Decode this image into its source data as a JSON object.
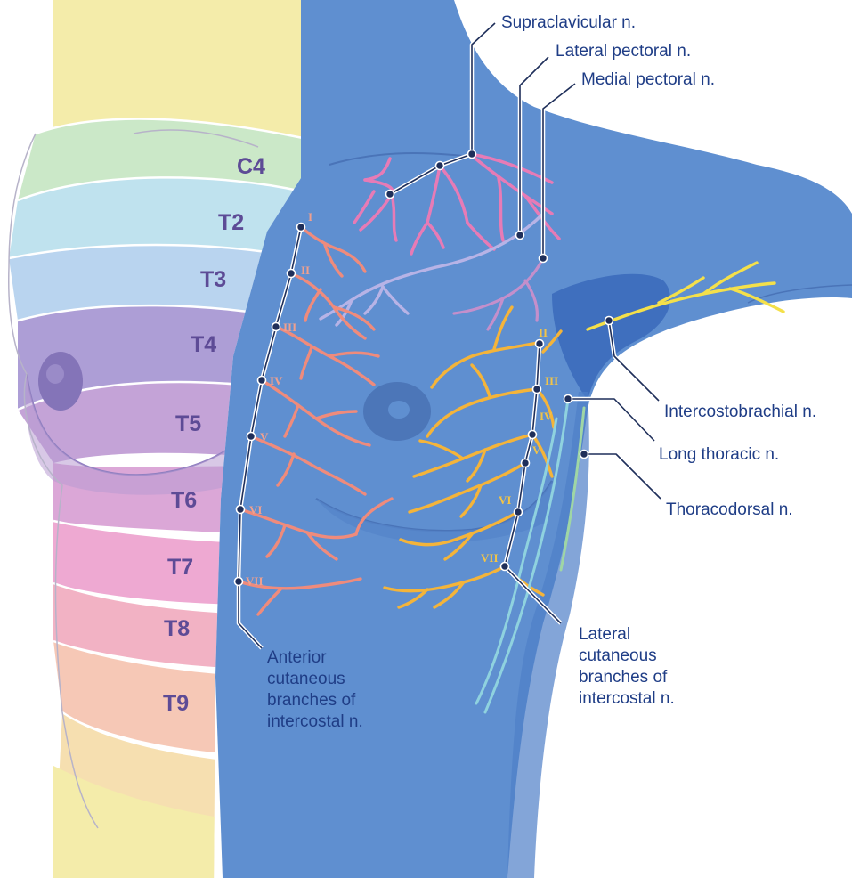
{
  "dermatomes": [
    "C4",
    "T2",
    "T3",
    "T4",
    "T5",
    "T6",
    "T7",
    "T8",
    "T9"
  ],
  "anterior_roman": [
    "I",
    "II",
    "III",
    "IV",
    "V",
    "VI",
    "VII"
  ],
  "lateral_roman": [
    "II",
    "III",
    "IV",
    "V",
    "VI",
    "VII"
  ],
  "labels": {
    "supraclavicular": "Supraclavicular n.",
    "lateral_pectoral": "Lateral pectoral n.",
    "medial_pectoral": "Medial pectoral n.",
    "intercostobrachial": "Intercostobrachial n.",
    "long_thoracic": "Long thoracic n.",
    "thoracodorsal": "Thoracodorsal n.",
    "anterior_cutaneous": [
      "Anterior",
      "cutaneous",
      "branches of",
      "intercostal n."
    ],
    "lateral_cutaneous": [
      "Lateral",
      "cutaneous",
      "branches of",
      "intercostal n."
    ]
  },
  "colors": {
    "body_blue": "#5f8fd0",
    "armpit_blue": "#3f6fbe",
    "label_text": "#1f3d86",
    "dermatome_text": "#5d4b96",
    "supraclavicular_nerve": "#e77bb6",
    "anterior_branches": "#ef8b7c",
    "lateral_branches": "#f4b43a",
    "intercostobrachial_nerve": "#f4e04a",
    "lateral_pectoral_nerve": "#b7b3e6",
    "long_thoracic_nerve": "#8fd2df",
    "thoracodorsal_nerve": "#9fd6a5"
  }
}
